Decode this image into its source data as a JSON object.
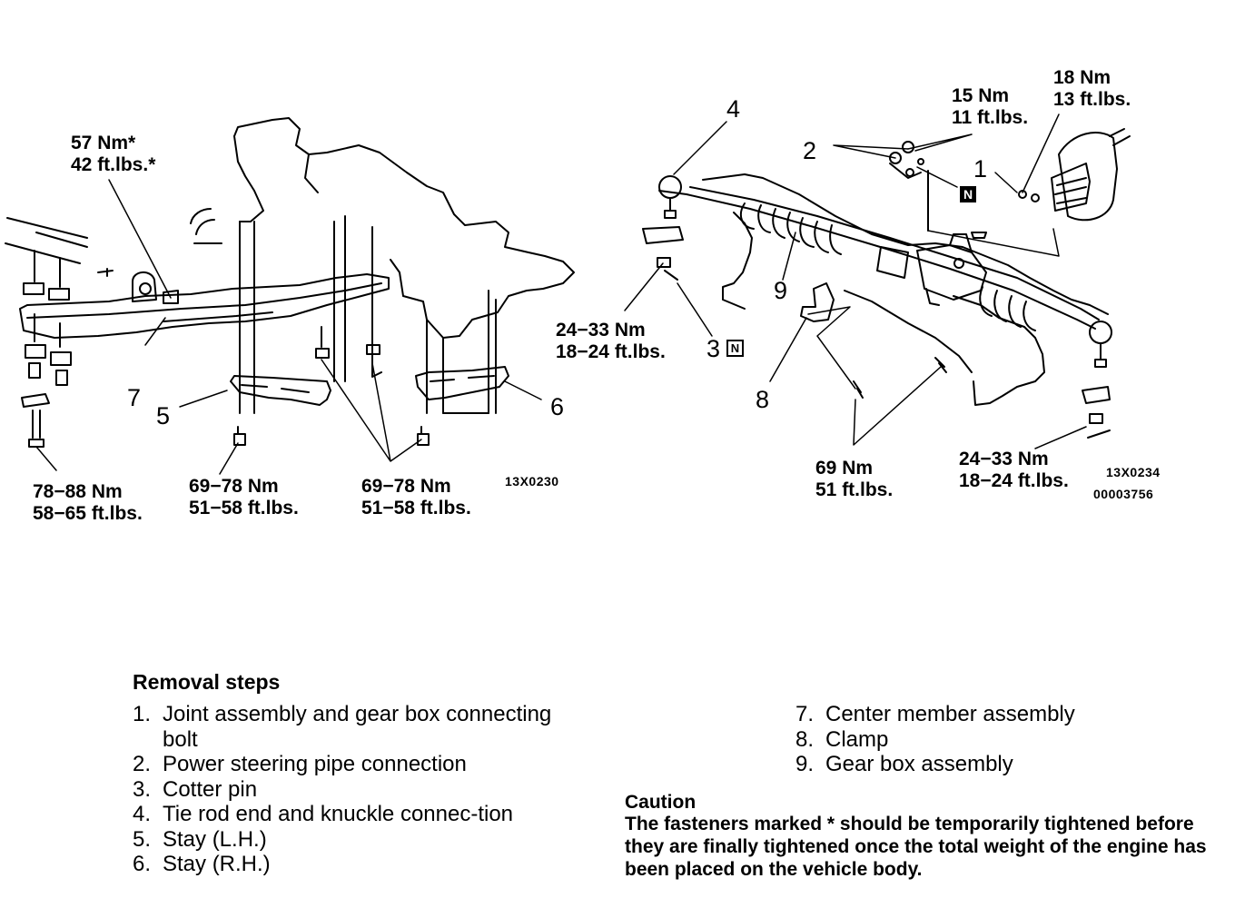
{
  "left_figure": {
    "torque_labels": [
      {
        "id": "t1",
        "lines": [
          "57 Nm*",
          "42 ft.lbs.*"
        ]
      },
      {
        "id": "t2",
        "lines": [
          "78−88 Nm",
          "58−65 ft.lbs."
        ]
      },
      {
        "id": "t3",
        "lines": [
          "69−78 Nm",
          "51−58 ft.lbs."
        ]
      },
      {
        "id": "t4",
        "lines": [
          "69−78 Nm",
          "51−58 ft.lbs."
        ]
      }
    ],
    "callouts": [
      "7",
      "5",
      "6"
    ],
    "code": "13X0230"
  },
  "right_figure": {
    "torque_labels": [
      {
        "id": "r1",
        "lines": [
          "18 Nm",
          "13 ft.lbs."
        ]
      },
      {
        "id": "r2",
        "lines": [
          "15 Nm",
          "11 ft.lbs."
        ]
      },
      {
        "id": "r3",
        "lines": [
          "24−33 Nm",
          "18−24 ft.lbs."
        ]
      },
      {
        "id": "r4",
        "lines": [
          "69 Nm",
          "51 ft.lbs."
        ]
      },
      {
        "id": "r5",
        "lines": [
          "24−33 Nm",
          "18−24 ft.lbs."
        ]
      }
    ],
    "callouts": [
      "4",
      "2",
      "1",
      "9",
      "3",
      "8"
    ],
    "new_part_mark": "N",
    "codes": [
      "13X0234",
      "00003756"
    ]
  },
  "removal": {
    "title": "Removal steps",
    "steps_left": [
      {
        "num": "1.",
        "text": "Joint assembly and gear box connecting bolt"
      },
      {
        "num": "2.",
        "text": "Power steering pipe connection"
      },
      {
        "num": "3.",
        "text": "Cotter pin"
      },
      {
        "num": "4.",
        "text": "Tie rod end and knuckle connec-tion"
      },
      {
        "num": "5.",
        "text": "Stay (L.H.)"
      },
      {
        "num": "6.",
        "text": "Stay (R.H.)"
      }
    ],
    "steps_right": [
      {
        "num": "7.",
        "text": "Center member assembly"
      },
      {
        "num": "8.",
        "text": "Clamp"
      },
      {
        "num": "9.",
        "text": "Gear box assembly"
      }
    ]
  },
  "caution": {
    "title": "Caution",
    "text": "The fasteners marked * should be temporarily tightened before they are finally tightened once the total weight of the engine has been placed on the vehicle body."
  }
}
